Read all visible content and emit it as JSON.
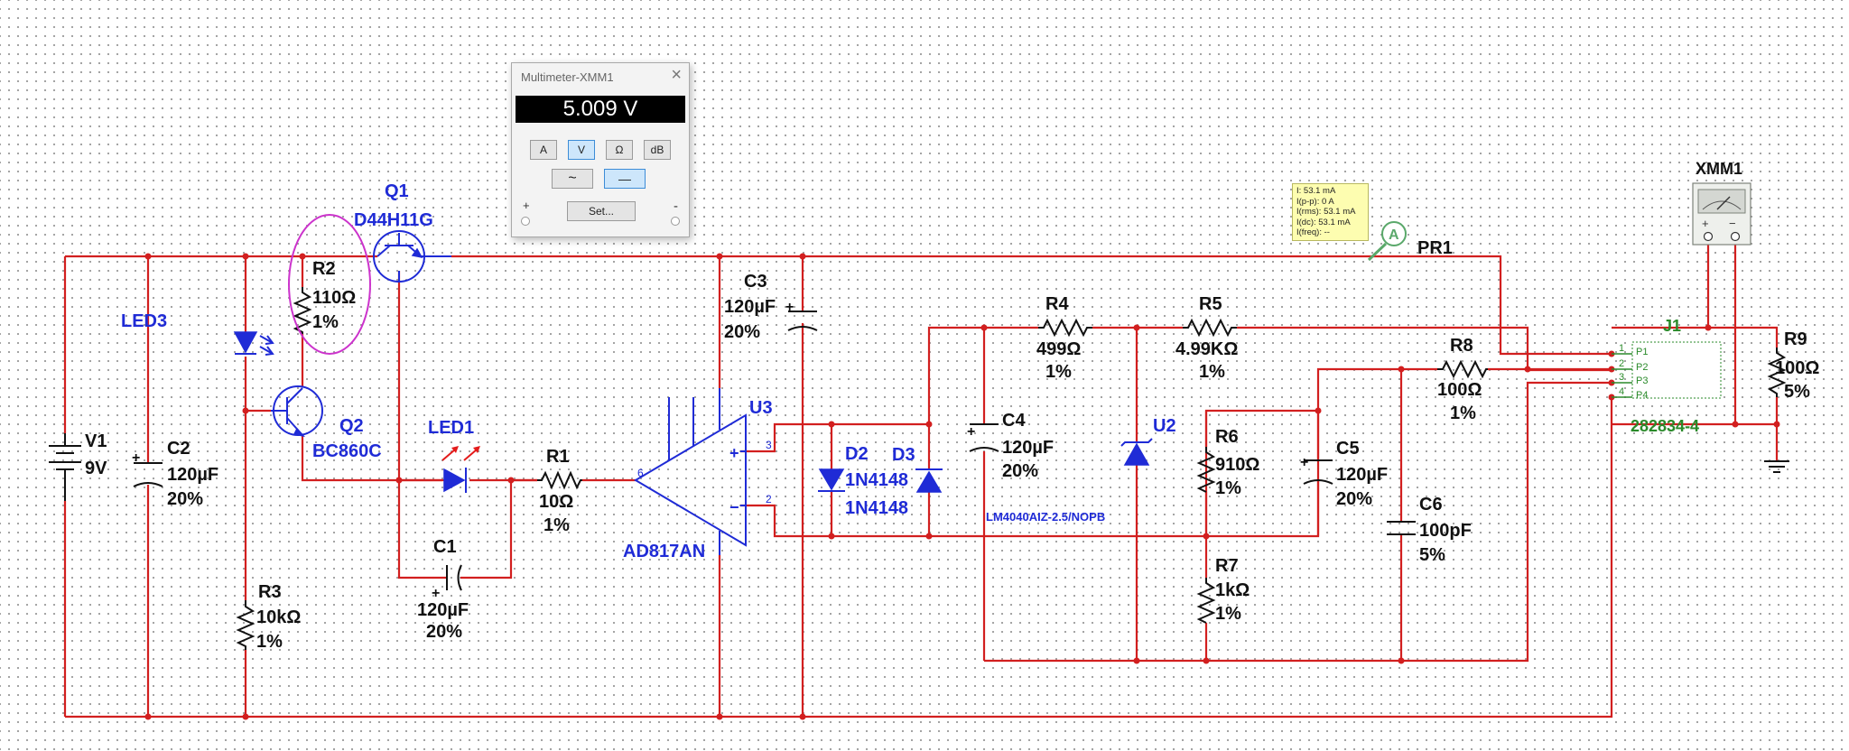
{
  "multimeter": {
    "title": "Multimeter-XMM1",
    "reading": "5.009 V",
    "mode_buttons": [
      "A",
      "V",
      "Ω",
      "dB"
    ],
    "selected_mode": "V",
    "ac_symbol": "~",
    "dc_symbol": "—",
    "selected_signal": "dc",
    "set_label": "Set...",
    "plus_label": "+",
    "minus_label": "-"
  },
  "probe": {
    "name": "PR1",
    "tooltip": [
      "I: 53.1 mA",
      "I(p-p): 0 A",
      "I(rms): 53.1 mA",
      "I(dc): 53.1 mA",
      "I(freq): --"
    ]
  },
  "instrument": {
    "name": "XMM1",
    "plus": "+",
    "minus": "−"
  },
  "components": {
    "V1": {
      "ref": "V1",
      "value": "9V"
    },
    "C2": {
      "ref": "C2",
      "value": "120µF",
      "tol": "20%"
    },
    "LED3": {
      "ref": "LED3"
    },
    "R3": {
      "ref": "R3",
      "value": "10kΩ",
      "tol": "1%"
    },
    "R2": {
      "ref": "R2",
      "value": "110Ω",
      "tol": "1%"
    },
    "Q1": {
      "ref": "Q1",
      "part": "D44H11G"
    },
    "Q2": {
      "ref": "Q2",
      "part": "BC860C"
    },
    "LED1": {
      "ref": "LED1"
    },
    "C1": {
      "ref": "C1",
      "value": "120µF",
      "tol": "20%"
    },
    "R1": {
      "ref": "R1",
      "value": "10Ω",
      "tol": "1%"
    },
    "C3": {
      "ref": "C3",
      "value": "120µF",
      "tol": "20%"
    },
    "U3": {
      "ref": "U3",
      "part": "AD817AN"
    },
    "D2": {
      "ref": "D2",
      "part": "1N4148"
    },
    "D3": {
      "ref": "D3",
      "part": "1N4148"
    },
    "R4": {
      "ref": "R4",
      "value": "499Ω",
      "tol": "1%"
    },
    "R5": {
      "ref": "R5",
      "value": "4.99KΩ",
      "tol": "1%"
    },
    "C4": {
      "ref": "C4",
      "value": "120µF",
      "tol": "20%"
    },
    "U2": {
      "ref": "U2",
      "part": "LM4040AIZ-2.5/NOPB"
    },
    "R6": {
      "ref": "R6",
      "value": "910Ω",
      "tol": "1%"
    },
    "R7": {
      "ref": "R7",
      "value": "1kΩ",
      "tol": "1%"
    },
    "C5": {
      "ref": "C5",
      "value": "120µF",
      "tol": "20%"
    },
    "C6": {
      "ref": "C6",
      "value": "100pF",
      "tol": "5%"
    },
    "R8": {
      "ref": "R8",
      "value": "100Ω",
      "tol": "1%"
    },
    "J1": {
      "ref": "J1",
      "part": "282834-4",
      "pins": [
        "P1",
        "P2",
        "P3",
        "P4"
      ],
      "pin_numbers": [
        "1",
        "2",
        "3",
        "4"
      ]
    },
    "R9": {
      "ref": "R9",
      "value": "100Ω",
      "tol": "5%"
    }
  },
  "opamp_pins": {
    "plus": "+",
    "minus": "−",
    "in_plus": "3",
    "in_minus": "2",
    "out": "6"
  }
}
